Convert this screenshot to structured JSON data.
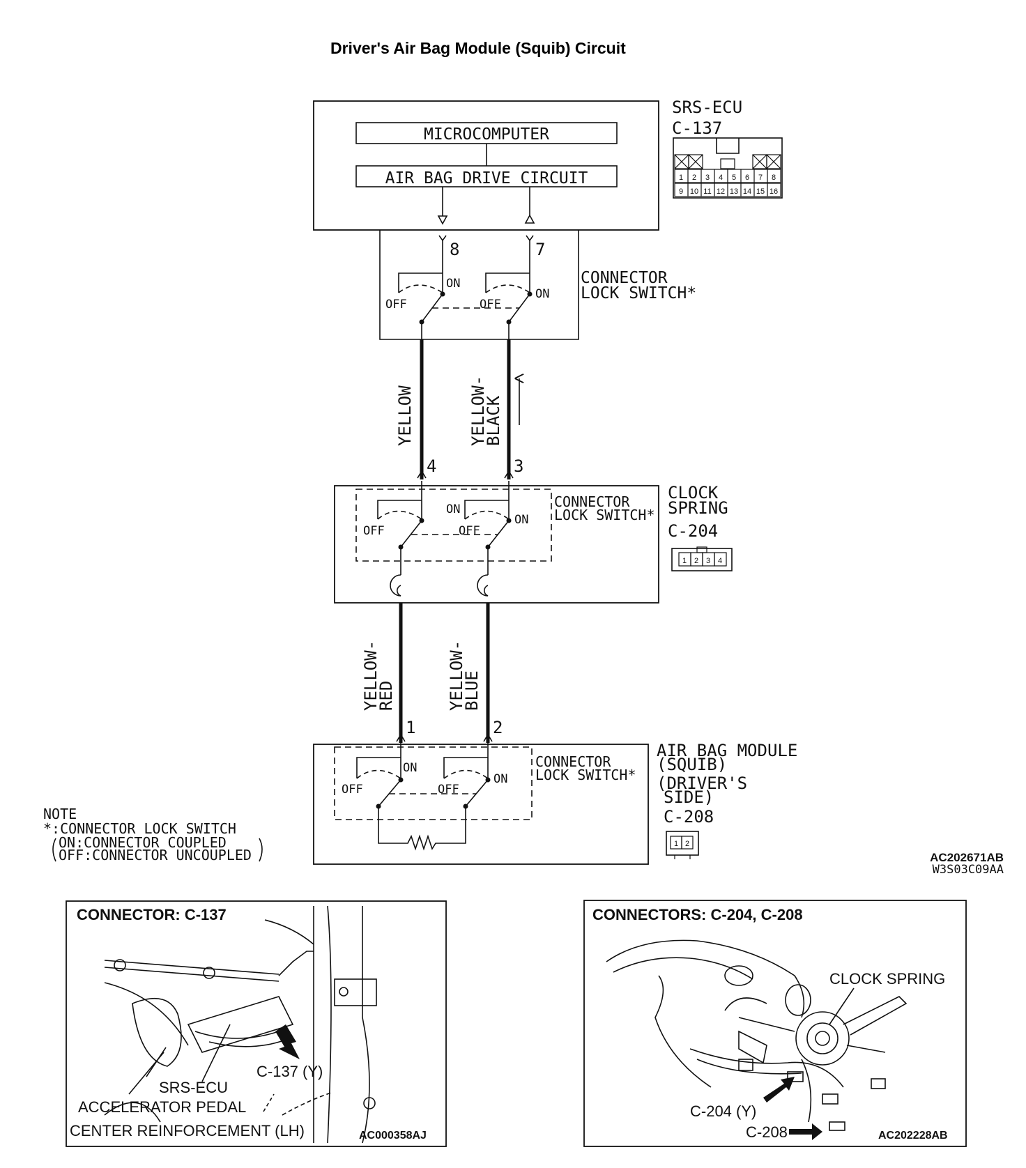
{
  "title": "Driver's Air Bag Module (Squib) Circuit",
  "ecu": {
    "name": "SRS-ECU",
    "connector": "C-137",
    "microcomputer": "MICROCOMPUTER",
    "drive_circuit": "AIR BAG DRIVE CIRCUIT",
    "pins_row1": [
      "1",
      "2",
      "3",
      "4",
      "5",
      "6",
      "7",
      "8"
    ],
    "pins_row2": [
      "9",
      "10",
      "11",
      "12",
      "13",
      "14",
      "15",
      "16"
    ],
    "terminal_a": "8",
    "terminal_b": "7"
  },
  "switch_labels": {
    "on": "ON",
    "off": "OFF",
    "connector_lock_switch_l1": "CONNECTOR",
    "connector_lock_switch_l2": "LOCK SWITCH*"
  },
  "wires_upper": {
    "left_color": "YELLOW",
    "right_color_l1": "YELLOW-",
    "right_color_l2": "BLACK",
    "left_terminal": "4",
    "right_terminal": "3"
  },
  "clock_spring": {
    "name_l1": "CLOCK",
    "name_l2": "SPRING",
    "connector": "C-204",
    "pins": [
      "1",
      "2",
      "3",
      "4"
    ]
  },
  "wires_lower": {
    "left_color_l1": "YELLOW-",
    "left_color_l2": "RED",
    "right_color_l1": "YELLOW-",
    "right_color_l2": "BLUE",
    "left_terminal": "1",
    "right_terminal": "2"
  },
  "airbag_module": {
    "name_l1": "AIR BAG MODULE",
    "name_l2": "(SQUIB)",
    "name_l3": "(DRIVER'S",
    "name_l4": "SIDE)",
    "connector": "C-208",
    "pins": [
      "1",
      "2"
    ]
  },
  "note": {
    "heading": "NOTE",
    "line1": "*:CONNECTOR LOCK SWITCH",
    "line2": "ON:CONNECTOR COUPLED",
    "line3": "OFF:CONNECTOR UNCOUPLED"
  },
  "codes": {
    "code1": "AC202671AB",
    "code2": "W3S03C09AA"
  },
  "inset_left": {
    "title": "CONNECTOR: C-137",
    "label_connector": "C-137 (Y)",
    "label_ecu": "SRS-ECU",
    "label_pedal": "ACCELERATOR PEDAL",
    "label_reinforcement": "CENTER REINFORCEMENT (LH)",
    "code": "AC000358AJ"
  },
  "inset_right": {
    "title": "CONNECTORS: C-204, C-208",
    "label_clock_spring": "CLOCK SPRING",
    "label_c204": "C-204 (Y)",
    "label_c208": "C-208",
    "code": "AC202228AB"
  }
}
